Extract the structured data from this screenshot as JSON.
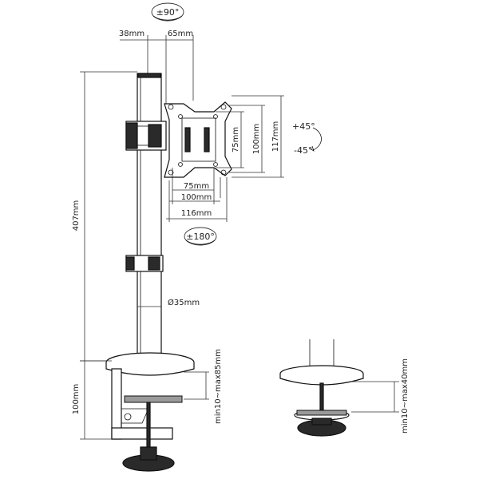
{
  "diagram": {
    "labels": {
      "tilt_range": "±90°",
      "swivel_range": "±180°",
      "rotation_up": "+45°",
      "rotation_down": "-45°",
      "pole_offset_left": "38mm",
      "pole_offset_right": "65mm",
      "total_height": "407mm",
      "pole_diameter": "Ø35mm",
      "vesa_w_75": "75mm",
      "vesa_w_100": "100mm",
      "plate_width": "116mm",
      "vesa_h_75": "75mm",
      "vesa_h_100": "100mm",
      "plate_height": "117mm",
      "clamp_height": "100mm",
      "clamp_range_main": "min10~max85mm",
      "clamp_range_detail": "min10~max40mm"
    }
  }
}
